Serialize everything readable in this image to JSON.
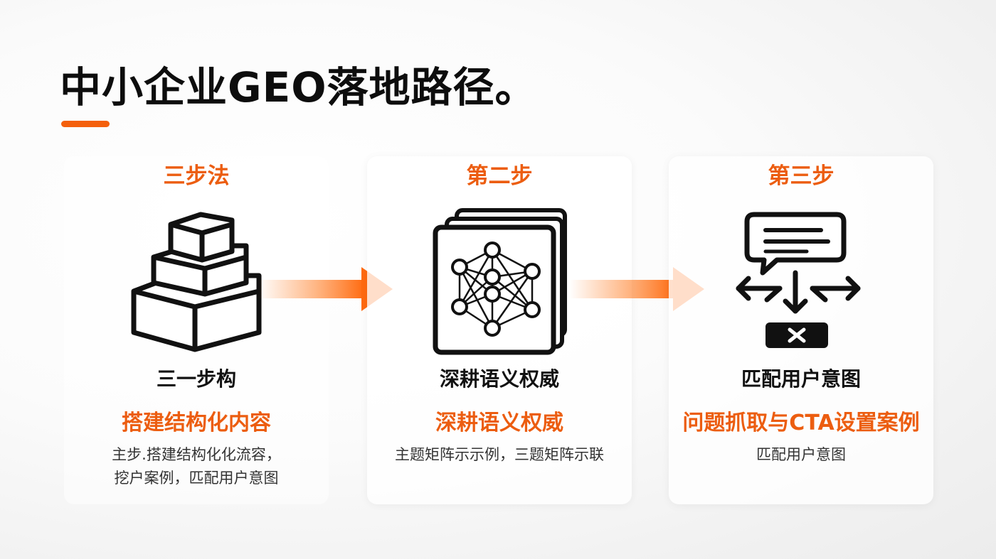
{
  "title": "中小企业GEO落地路径。",
  "steps": [
    {
      "heading": "三步法",
      "icon": "stacked-blocks-icon",
      "subtitle": "三一步构",
      "highlight": "搭建结构化内容",
      "desc_lines": [
        "主步.搭建结构化化流容，",
        "挖户案例，匹配用户意图"
      ]
    },
    {
      "heading": "第二步",
      "icon": "neural-network-icon",
      "subtitle": "深耕语义权威",
      "highlight": "深耕语义权威",
      "desc_lines": [
        "主题矩阵示示例，三题矩阵示联"
      ]
    },
    {
      "heading": "第三步",
      "icon": "chat-intent-routing-icon",
      "subtitle": "匹配用户意图",
      "highlight": "问题抓取与CTA设置案例",
      "desc_lines": [
        "匹配用户意图"
      ]
    }
  ],
  "colors": {
    "accent": "#ec5d10",
    "title_underline": "#f4600c",
    "text": "#111111"
  }
}
